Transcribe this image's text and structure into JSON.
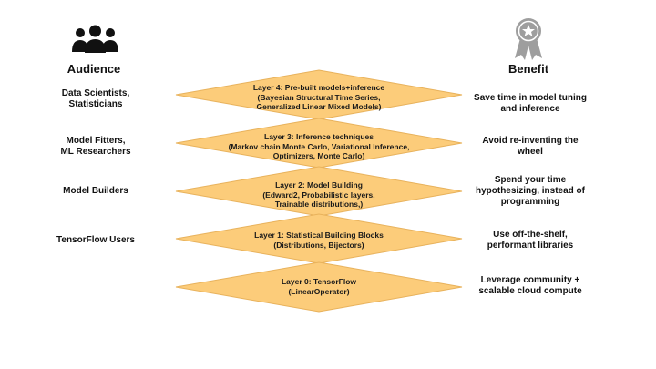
{
  "columns": {
    "audience": {
      "title": "Audience",
      "icon": "group-people-icon"
    },
    "benefit": {
      "title": "Benefit",
      "icon": "award-ribbon-icon"
    }
  },
  "colors": {
    "diamond_fill": "#fccc7a",
    "diamond_stroke": "#e8b25c",
    "icon": "#111111",
    "award": "#9e9e9e"
  },
  "layers": [
    {
      "title": "Layer 4: Pre-built models+inference",
      "detail": "(Bayesian Structural Time Series,\nGeneralized Linear Mixed Models)",
      "audience": "Data Scientists,\nStatisticians",
      "benefit": "Save time in model tuning\nand inference"
    },
    {
      "title": "Layer 3: Inference techniques",
      "detail": "(Markov chain Monte Carlo, Variational Inference,\nOptimizers, Monte Carlo)",
      "audience": "Model Fitters,\nML Researchers",
      "benefit": "Avoid re-inventing the\nwheel"
    },
    {
      "title": "Layer 2: Model Building",
      "detail": "(Edward2, Probabilistic layers,\nTrainable distributions,)",
      "audience": "Model Builders",
      "benefit": "Spend your time\nhypothesizing, instead of\nprogramming"
    },
    {
      "title": "Layer 1: Statistical Building Blocks",
      "detail": "(Distributions, Bijectors)",
      "audience": "TensorFlow Users",
      "benefit": "Use off-the-shelf,\nperformant libraries"
    },
    {
      "title": "Layer 0: TensorFlow",
      "detail": "(LinearOperator)",
      "audience": "",
      "benefit": "Leverage community +\nscalable cloud compute"
    }
  ]
}
